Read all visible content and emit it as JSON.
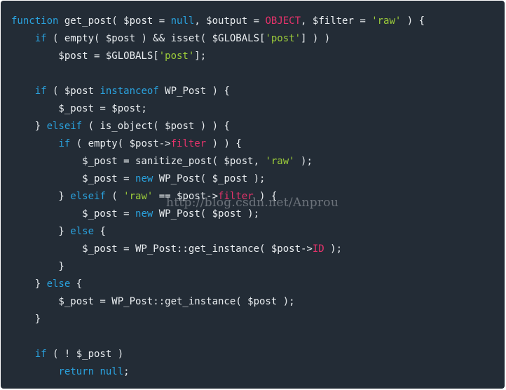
{
  "colors": {
    "background": "#232c36",
    "keyword": "#2aa2de",
    "constant": "#e6336b",
    "string": "#9ccc3a",
    "text": "#e8ecef"
  },
  "code": {
    "language": "php",
    "lines": [
      [
        {
          "t": "function",
          "c": "kw"
        },
        {
          "t": " get_post( $post = ",
          "c": "plain"
        },
        {
          "t": "null",
          "c": "kw"
        },
        {
          "t": ", $output = ",
          "c": "plain"
        },
        {
          "t": "OBJECT",
          "c": "const"
        },
        {
          "t": ", $filter = ",
          "c": "plain"
        },
        {
          "t": "'raw'",
          "c": "str"
        },
        {
          "t": " ) {",
          "c": "plain"
        }
      ],
      [
        {
          "t": "    ",
          "c": "plain"
        },
        {
          "t": "if",
          "c": "kw"
        },
        {
          "t": " ( empty( $post ) && isset( $GLOBALS[",
          "c": "plain"
        },
        {
          "t": "'post'",
          "c": "str"
        },
        {
          "t": "] ) )",
          "c": "plain"
        }
      ],
      [
        {
          "t": "        $post = $GLOBALS[",
          "c": "plain"
        },
        {
          "t": "'post'",
          "c": "str"
        },
        {
          "t": "];",
          "c": "plain"
        }
      ],
      [],
      [
        {
          "t": "    ",
          "c": "plain"
        },
        {
          "t": "if",
          "c": "kw"
        },
        {
          "t": " ( $post ",
          "c": "plain"
        },
        {
          "t": "instanceof",
          "c": "kw"
        },
        {
          "t": " WP_Post ) {",
          "c": "plain"
        }
      ],
      [
        {
          "t": "        $_post = $post;",
          "c": "plain"
        }
      ],
      [
        {
          "t": "    } ",
          "c": "plain"
        },
        {
          "t": "elseif",
          "c": "kw"
        },
        {
          "t": " ( is_object( $post ) ) {",
          "c": "plain"
        }
      ],
      [
        {
          "t": "        ",
          "c": "plain"
        },
        {
          "t": "if",
          "c": "kw"
        },
        {
          "t": " ( empty( $post->",
          "c": "plain"
        },
        {
          "t": "filter",
          "c": "const"
        },
        {
          "t": " ) ) {",
          "c": "plain"
        }
      ],
      [
        {
          "t": "            $_post = sanitize_post( $post, ",
          "c": "plain"
        },
        {
          "t": "'raw'",
          "c": "str"
        },
        {
          "t": " );",
          "c": "plain"
        }
      ],
      [
        {
          "t": "            $_post = ",
          "c": "plain"
        },
        {
          "t": "new",
          "c": "kw"
        },
        {
          "t": " WP_Post( $_post );",
          "c": "plain"
        }
      ],
      [
        {
          "t": "        } ",
          "c": "plain"
        },
        {
          "t": "elseif",
          "c": "kw"
        },
        {
          "t": " ( ",
          "c": "plain"
        },
        {
          "t": "'raw'",
          "c": "str"
        },
        {
          "t": " == $post->",
          "c": "plain"
        },
        {
          "t": "filter",
          "c": "const"
        },
        {
          "t": " ) {",
          "c": "plain"
        }
      ],
      [
        {
          "t": "            $_post = ",
          "c": "plain"
        },
        {
          "t": "new",
          "c": "kw"
        },
        {
          "t": " WP_Post( $post );",
          "c": "plain"
        }
      ],
      [
        {
          "t": "        } ",
          "c": "plain"
        },
        {
          "t": "else",
          "c": "kw"
        },
        {
          "t": " {",
          "c": "plain"
        }
      ],
      [
        {
          "t": "            $_post = WP_Post::get_instance( $post->",
          "c": "plain"
        },
        {
          "t": "ID",
          "c": "const"
        },
        {
          "t": " );",
          "c": "plain"
        }
      ],
      [
        {
          "t": "        }",
          "c": "plain"
        }
      ],
      [
        {
          "t": "    } ",
          "c": "plain"
        },
        {
          "t": "else",
          "c": "kw"
        },
        {
          "t": " {",
          "c": "plain"
        }
      ],
      [
        {
          "t": "        $_post = WP_Post::get_instance( $post );",
          "c": "plain"
        }
      ],
      [
        {
          "t": "    }",
          "c": "plain"
        }
      ],
      [],
      [
        {
          "t": "    ",
          "c": "plain"
        },
        {
          "t": "if",
          "c": "kw"
        },
        {
          "t": " ( ! $_post )",
          "c": "plain"
        }
      ],
      [
        {
          "t": "        ",
          "c": "plain"
        },
        {
          "t": "return",
          "c": "kw"
        },
        {
          "t": " ",
          "c": "plain"
        },
        {
          "t": "null",
          "c": "kw"
        },
        {
          "t": ";",
          "c": "plain"
        }
      ]
    ]
  },
  "watermark": {
    "text": "http://blog.csdn.net/Anprou"
  }
}
